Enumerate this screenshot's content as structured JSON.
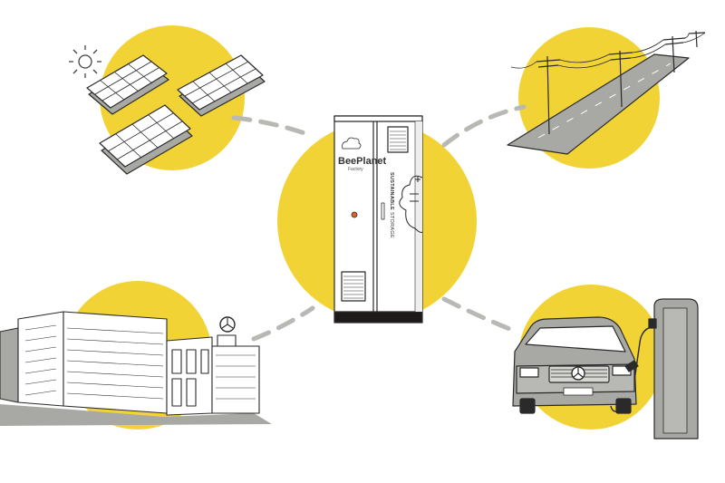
{
  "brand": {
    "name": "BeePlanet",
    "subtitle": "Factory"
  },
  "cabinet_label": {
    "bold": "SUSTAINABLE",
    "light": "STORAGE"
  },
  "colors": {
    "accent_yellow": "#f2d335",
    "line_dash": "#b8b8b4",
    "outline": "#2a2a2a",
    "shade_gray": "#a8a8a4",
    "base_dark": "#1f1a1a"
  },
  "nodes": [
    {
      "id": "solar",
      "icon": "solar-panels-with-sun"
    },
    {
      "id": "grid",
      "icon": "power-lines-road"
    },
    {
      "id": "storage",
      "icon": "battery-storage-cabinet"
    },
    {
      "id": "factory",
      "icon": "factory-building"
    },
    {
      "id": "ev",
      "icon": "electric-van-charger"
    }
  ]
}
